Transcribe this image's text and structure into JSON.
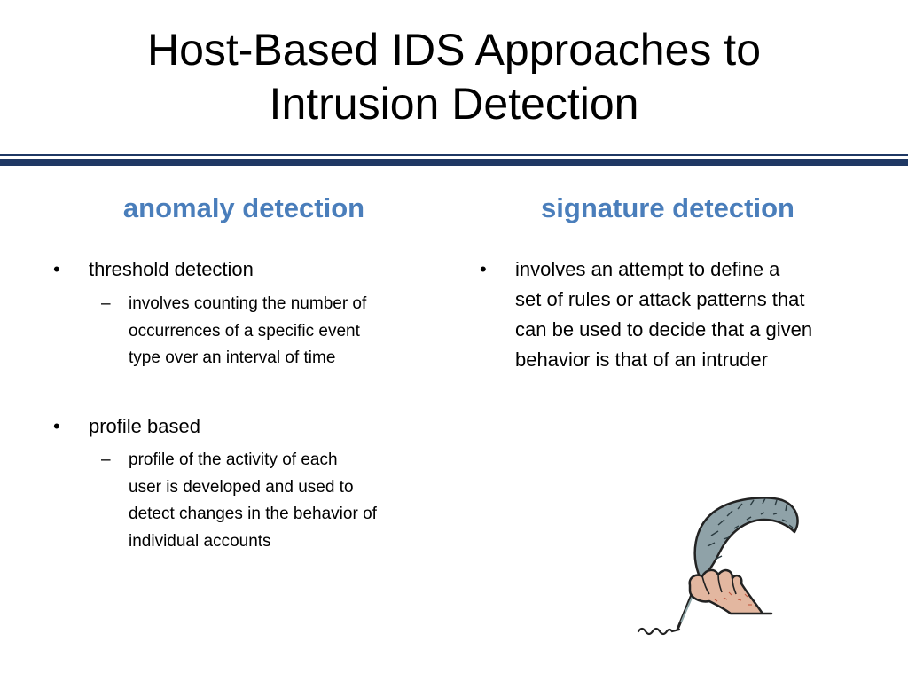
{
  "slide": {
    "title_line1": "Host-Based IDS Approaches to",
    "title_line2": "Intrusion Detection"
  },
  "left_column": {
    "heading": "anomaly detection",
    "bullets": [
      {
        "label": "threshold detection",
        "sub": [
          "involves counting the number of",
          "occurrences of a specific event",
          "type over an interval of time"
        ]
      },
      {
        "label": "profile based",
        "sub": [
          "profile of the activity of each",
          "user is developed and used to",
          "detect changes in the behavior of",
          "individual accounts"
        ]
      }
    ]
  },
  "right_column": {
    "heading": "signature detection",
    "bullet_lines": [
      "involves an attempt to define a",
      "set of rules or attack patterns that",
      "can be used to decide that a given",
      "behavior is that of an intruder"
    ]
  },
  "symbols": {
    "bullet": "•",
    "dash": "–"
  },
  "colors": {
    "accent_heading": "#4a7ebb",
    "title_rule": "#1f3864"
  },
  "icons": {
    "illustration": "quill-pen-hand-icon"
  }
}
